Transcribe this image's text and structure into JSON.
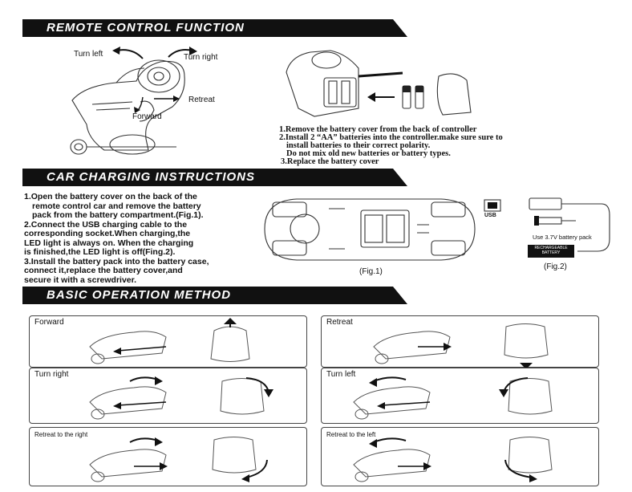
{
  "sections": {
    "remote_control": {
      "title": "REMOTE CONTROL FUNCTION"
    },
    "car_charging": {
      "title": "CAR CHARGING INSTRUCTIONS"
    },
    "basic_operation": {
      "title": "BASIC OPERATION METHOD"
    }
  },
  "controller_labels": {
    "turn_left": "Turn left",
    "turn_right": "Turn right",
    "retreat": "Retreat",
    "forward": "Forward"
  },
  "battery_steps": [
    "1.Remove the battery cover from the back of controller",
    "2.Install 2 “AA” batteries into the controller.make sure sure to",
    "install batteries to their correct polarity.",
    "Do not mix old new batteries or battery types.",
    "3.Replace the battery cover"
  ],
  "charging_steps": [
    "1.Open the battery cover on the back of the",
    "remote control car and remove the battery",
    "pack from the battery compartment.(Fig.1).",
    "2.Connect the USB charging cable to the",
    "corresponding socket.When charging,the",
    "LED light is always on. When the charging",
    "is finished,the LED light is off(Fing.2).",
    "3.Install the battery pack into the battery case,",
    "connect it,replace the battery cover,and",
    "secure it with a screwdriver."
  ],
  "figures": {
    "fig1": "(Fig.1)",
    "fig2": "(Fig.2)",
    "usb_label": "USB",
    "battery_note": "Use 3.7V battery pack",
    "battery_tag_line1": "RECHARGEABLE",
    "battery_tag_line2": "BATTERY"
  },
  "operations": [
    {
      "label": "Forward"
    },
    {
      "label": "Retreat"
    },
    {
      "label": "Turn right"
    },
    {
      "label": "Turn left"
    },
    {
      "label": "Retreat to the right"
    },
    {
      "label": "Retreat to the left"
    }
  ]
}
